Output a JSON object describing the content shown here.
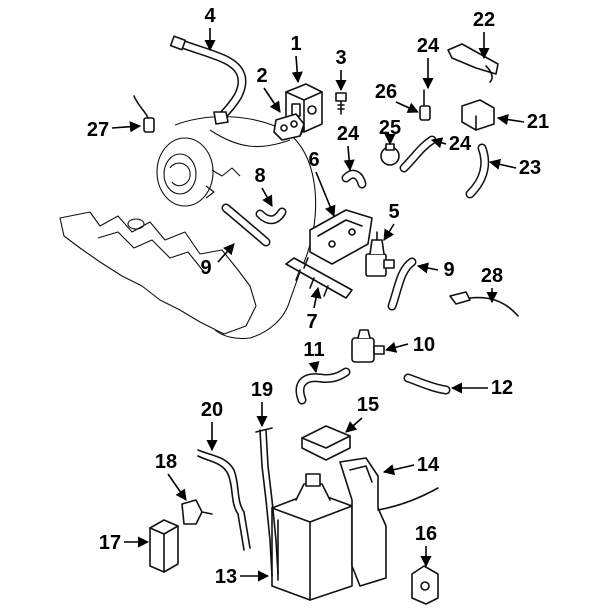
{
  "callouts": {
    "c1": "1",
    "c2": "2",
    "c3": "3",
    "c4": "4",
    "c5": "5",
    "c6": "6",
    "c7": "7",
    "c8": "8",
    "c9a": "9",
    "c9b": "9",
    "c10": "10",
    "c11": "11",
    "c12": "12",
    "c13": "13",
    "c14": "14",
    "c15": "15",
    "c16": "16",
    "c17": "17",
    "c18": "18",
    "c19": "19",
    "c20": "20",
    "c21": "21",
    "c22": "22",
    "c23": "23",
    "c24a": "24",
    "c24b": "24",
    "c24c": "24",
    "c25": "25",
    "c26": "26",
    "c27": "27",
    "c28": "28"
  }
}
